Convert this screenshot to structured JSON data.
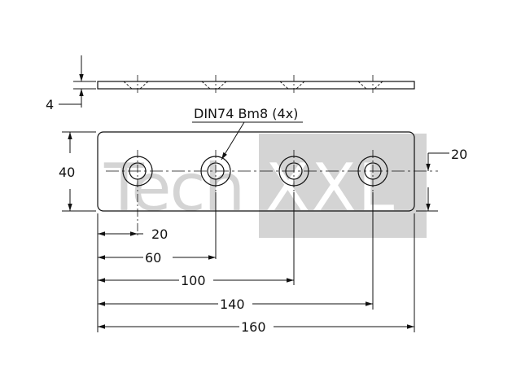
{
  "watermark": {
    "text": "TechXXL",
    "color": "#d4d4d4"
  },
  "line_color": "#111111",
  "callout": {
    "hole_note": "DIN74 Bm8 (4x)"
  },
  "dimensions": {
    "thickness": "4",
    "height": "40",
    "hole_center_height": "20",
    "hole_1": "20",
    "hole_2": "60",
    "hole_3": "100",
    "hole_4": "140",
    "overall_length": "160"
  }
}
